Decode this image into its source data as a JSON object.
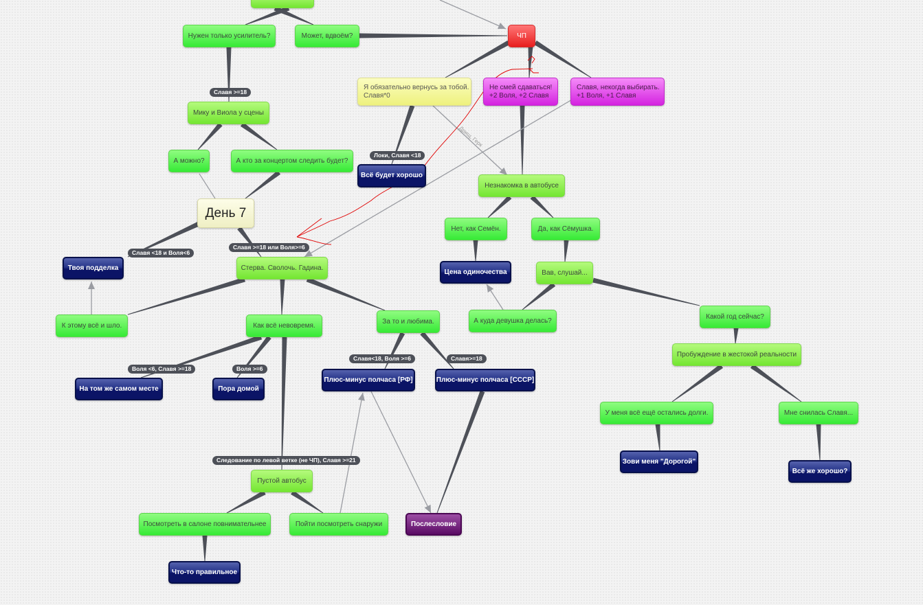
{
  "nodes": {
    "top": {
      "label": ""
    },
    "n1": {
      "label": "Нужен только усилитель?"
    },
    "n2": {
      "label": "Может, вдвоём?"
    },
    "chp": {
      "label": "ЧП"
    },
    "yellow": {
      "label": "Я обязательно вернусь за тобой.\nСлавя*0"
    },
    "nesmei": {
      "label": "Не смей сдаваться!\n+2 Воля, +2 Славя"
    },
    "slavya": {
      "label": "Славя, некогда выбирать.\n+1 Воля, +1 Славя"
    },
    "miku": {
      "label": "Мику и Виола у сцены"
    },
    "amozhno": {
      "label": "А можно?"
    },
    "akto": {
      "label": "А кто за концертом следить будет?"
    },
    "vsebudet": {
      "label": "Всё будет хорошо"
    },
    "neznak": {
      "label": "Незнакомка в автобусе"
    },
    "den7": {
      "label": "День 7"
    },
    "net": {
      "label": "Нет, как Семён."
    },
    "da": {
      "label": "Да, как Сёмушка."
    },
    "tvoya": {
      "label": "Твоя подделка"
    },
    "sterva": {
      "label": "Стерва. Сволочь. Гадина."
    },
    "cena": {
      "label": "Цена одиночества"
    },
    "vav": {
      "label": "Вав, слушай..."
    },
    "ketomu": {
      "label": "К этому всё и шло."
    },
    "kak": {
      "label": "Как всё невовремя."
    },
    "zato": {
      "label": "За то и любима."
    },
    "akuda": {
      "label": "А куда девушка делась?"
    },
    "kakoy": {
      "label": "Какой год сейчас?"
    },
    "probuzh": {
      "label": "Пробуждение в жестокой реальности"
    },
    "natom": {
      "label": "На том же самом месте"
    },
    "pora": {
      "label": "Пора домой"
    },
    "rf": {
      "label": "Плюс-минус полчаса [РФ]"
    },
    "sssr": {
      "label": "Плюс-минус полчаса [СССР]"
    },
    "dolgi": {
      "label": "У меня всё ещё остались долги."
    },
    "snilas": {
      "label": "Мне снилась Славя..."
    },
    "zovi": {
      "label": "Зови меня \"Дорогой\""
    },
    "vsezhe": {
      "label": "Всё же хорошо?"
    },
    "pustoy": {
      "label": "Пустой автобус"
    },
    "posmotret": {
      "label": "Посмотреть в салоне повнимательнее"
    },
    "poiti": {
      "label": "Пойти посмотреть снаружи"
    },
    "poslesl": {
      "label": "Послесловие"
    },
    "chto": {
      "label": "Что-то правильное"
    }
  },
  "conditions": {
    "c1": "Славя >=18",
    "c2": "Локи, Славя <18",
    "c3": "Славя <18 и Воля<6",
    "c4": "Славя >=18 или Воля>=6",
    "c5": "Воля <6, Славя >=18",
    "c6": "Воля >=6",
    "c7": "Славя<18, Воля >=6",
    "c8": "Славя>=18",
    "c9": "Следование по левой ветке (не ЧП), Славя >=21"
  },
  "edge_labels": {
    "e1": "Дрищ, Герк"
  },
  "colors": {
    "edge": "#4d5058",
    "arrow": "#9a9ca2",
    "scribble": "#e00000"
  }
}
